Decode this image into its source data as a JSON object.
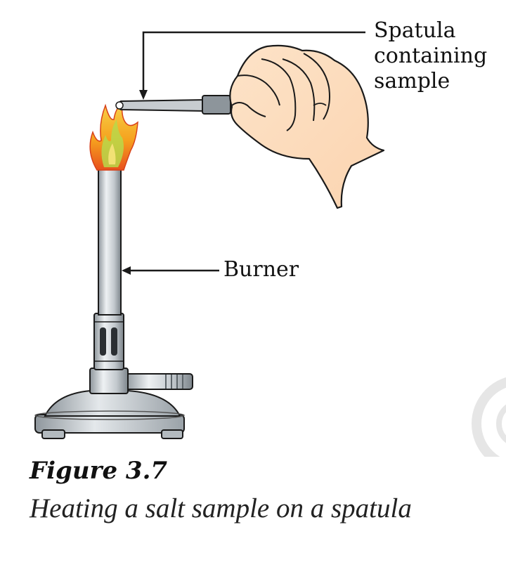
{
  "labels": {
    "spatula_lines": [
      "Spatula",
      "containing",
      "sample"
    ],
    "burner": "Burner"
  },
  "figure": {
    "title": "Figure 3.7",
    "caption": "Heating a salt sample on a spatula"
  },
  "colors": {
    "flame_outer": "#e8501c",
    "flame_mid": "#f6a21e",
    "flame_inner": "#b9d84a",
    "burner_metal": "#c9ced2",
    "skin": "#fde3c8",
    "outline": "#1a1a1a"
  }
}
